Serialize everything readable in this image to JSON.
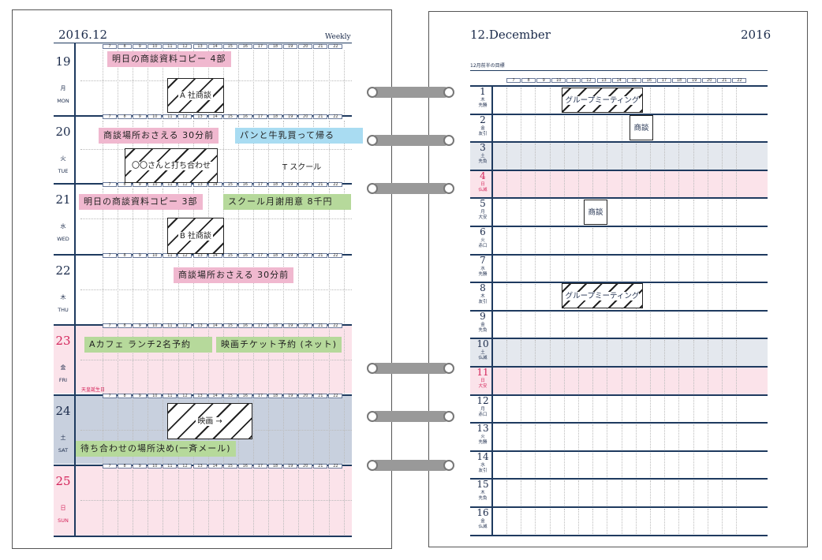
{
  "left": {
    "year_month": "2016.12",
    "weekly": "Weekly",
    "hours": [
      "7",
      "8",
      "9",
      "10",
      "11",
      "12",
      "13",
      "14",
      "15",
      "16",
      "17",
      "18",
      "19",
      "20",
      "21",
      "22"
    ],
    "days": [
      {
        "num": "19",
        "kanji": "月",
        "eng": "MON"
      },
      {
        "num": "20",
        "kanji": "火",
        "eng": "TUE"
      },
      {
        "num": "21",
        "kanji": "水",
        "eng": "WED"
      },
      {
        "num": "22",
        "kanji": "木",
        "eng": "THU"
      },
      {
        "num": "23",
        "kanji": "金",
        "eng": "FRI"
      },
      {
        "num": "24",
        "kanji": "土",
        "eng": "SAT"
      },
      {
        "num": "25",
        "kanji": "日",
        "eng": "SUN"
      }
    ],
    "holiday_note": "天皇誕生日",
    "entries": {
      "mon_todo": "明日の商談資料コピー 4部",
      "mon_meeting": "A 社商談",
      "tue_todo1": "商談場所おさえる 30分前",
      "tue_todo2": "パンと牛乳買って帰る",
      "tue_meeting": "〇〇さんと打ち合わせ",
      "tue_school": "T スクール",
      "wed_todo1": "明日の商談資料コピー 3部",
      "wed_todo2": "スクール月謝用意 8千円",
      "wed_meeting": "B 社商談",
      "thu_todo": "商談場所おさえる 30分前",
      "fri_todo1": "Aカフェ ランチ2名予約",
      "fri_todo2": "映画チケット予約 (ネット)",
      "sat_movie": "映画 →",
      "sat_todo": "待ち合わせの場所決め(一斉メール)"
    }
  },
  "right": {
    "month": "12.December",
    "year": "2016",
    "goal_label": "12月前半の目標",
    "hours": [
      "7",
      "8",
      "9",
      "10",
      "11",
      "12",
      "13",
      "14",
      "15",
      "16",
      "17",
      "18",
      "19",
      "20",
      "21",
      "22"
    ],
    "days": [
      {
        "num": "1",
        "k1": "木",
        "k2": "先勝"
      },
      {
        "num": "2",
        "k1": "金",
        "k2": "友引"
      },
      {
        "num": "3",
        "k1": "土",
        "k2": "先負"
      },
      {
        "num": "4",
        "k1": "日",
        "k2": "仏滅"
      },
      {
        "num": "5",
        "k1": "月",
        "k2": "大安"
      },
      {
        "num": "6",
        "k1": "火",
        "k2": "赤口"
      },
      {
        "num": "7",
        "k1": "水",
        "k2": "先勝"
      },
      {
        "num": "8",
        "k1": "木",
        "k2": "友引"
      },
      {
        "num": "9",
        "k1": "金",
        "k2": "先負"
      },
      {
        "num": "10",
        "k1": "土",
        "k2": "仏滅"
      },
      {
        "num": "11",
        "k1": "日",
        "k2": "大安"
      },
      {
        "num": "12",
        "k1": "月",
        "k2": "赤口"
      },
      {
        "num": "13",
        "k1": "火",
        "k2": "先勝"
      },
      {
        "num": "14",
        "k1": "水",
        "k2": "友引"
      },
      {
        "num": "15",
        "k1": "木",
        "k2": "先負"
      },
      {
        "num": "16",
        "k1": "金",
        "k2": "仏滅"
      }
    ],
    "entries": {
      "d1": "グループミーティング",
      "d2": "商談",
      "d5": "商談",
      "d8": "グループミーティング"
    }
  },
  "colors": {
    "navy": "#1e3a5f",
    "sunday_red": "#d4245a",
    "friday_bg": "#fbe3ea",
    "saturday_bg": "#c8d0de",
    "right_sat_bg": "#e4e8ee",
    "right_sun_bg": "#fbe3ea"
  }
}
